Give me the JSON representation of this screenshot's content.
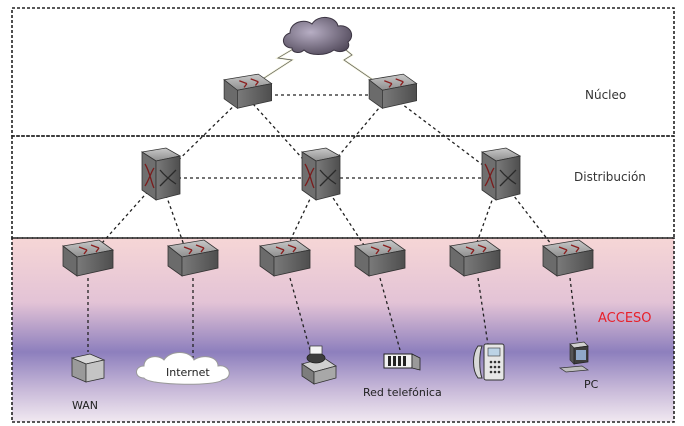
{
  "layers": {
    "core": "Núcleo",
    "distribution": "Distribución",
    "access": "ACCESO"
  },
  "devices": {
    "wan": "WAN",
    "internet": "Internet",
    "phone_network": "Red telefónica",
    "pc": "PC"
  },
  "colors": {
    "access_label": "#e8202a",
    "access_band_top": "#f6d6d6",
    "access_band_mid": "#9c8ac0",
    "access_band_bottom": "#f0e6ee",
    "switch_body": "#8a8a8a",
    "cloud": "#6e6577"
  }
}
